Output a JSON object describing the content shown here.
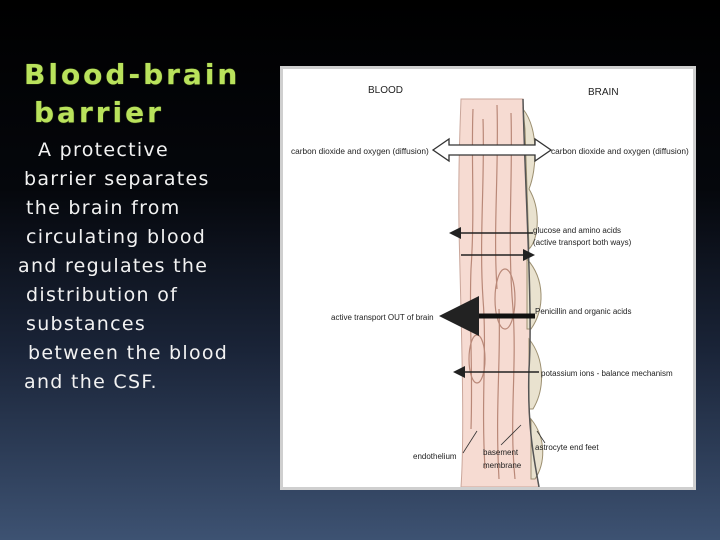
{
  "slide": {
    "title_line1": "Blood-brain",
    "title_line2": "barrier",
    "body_lines": [
      "A protective",
      "barrier separates",
      "the brain from",
      "circulating blood",
      "and regulates the",
      "distribution of",
      "substances",
      "between the blood",
      "and the CSF."
    ]
  },
  "diagram": {
    "header_left": "BLOOD",
    "header_right": "BRAIN",
    "labels": {
      "co2_o2_blood": "carbon dioxide and oxygen (diffusion)",
      "co2_o2_brain": "carbon dioxide and oxygen (diffusion)",
      "glucose_1": "glucose and amino acids",
      "glucose_2": "(active transport both ways)",
      "active_out": "active transport OUT of brain",
      "penicillin": "Penicillin and organic acids",
      "potassium": "potassium ions - balance mechanism",
      "endothelium": "endothelium",
      "basement_1": "basement",
      "basement_2": "membrane",
      "astrocyte": "astrocyte end feet"
    }
  }
}
